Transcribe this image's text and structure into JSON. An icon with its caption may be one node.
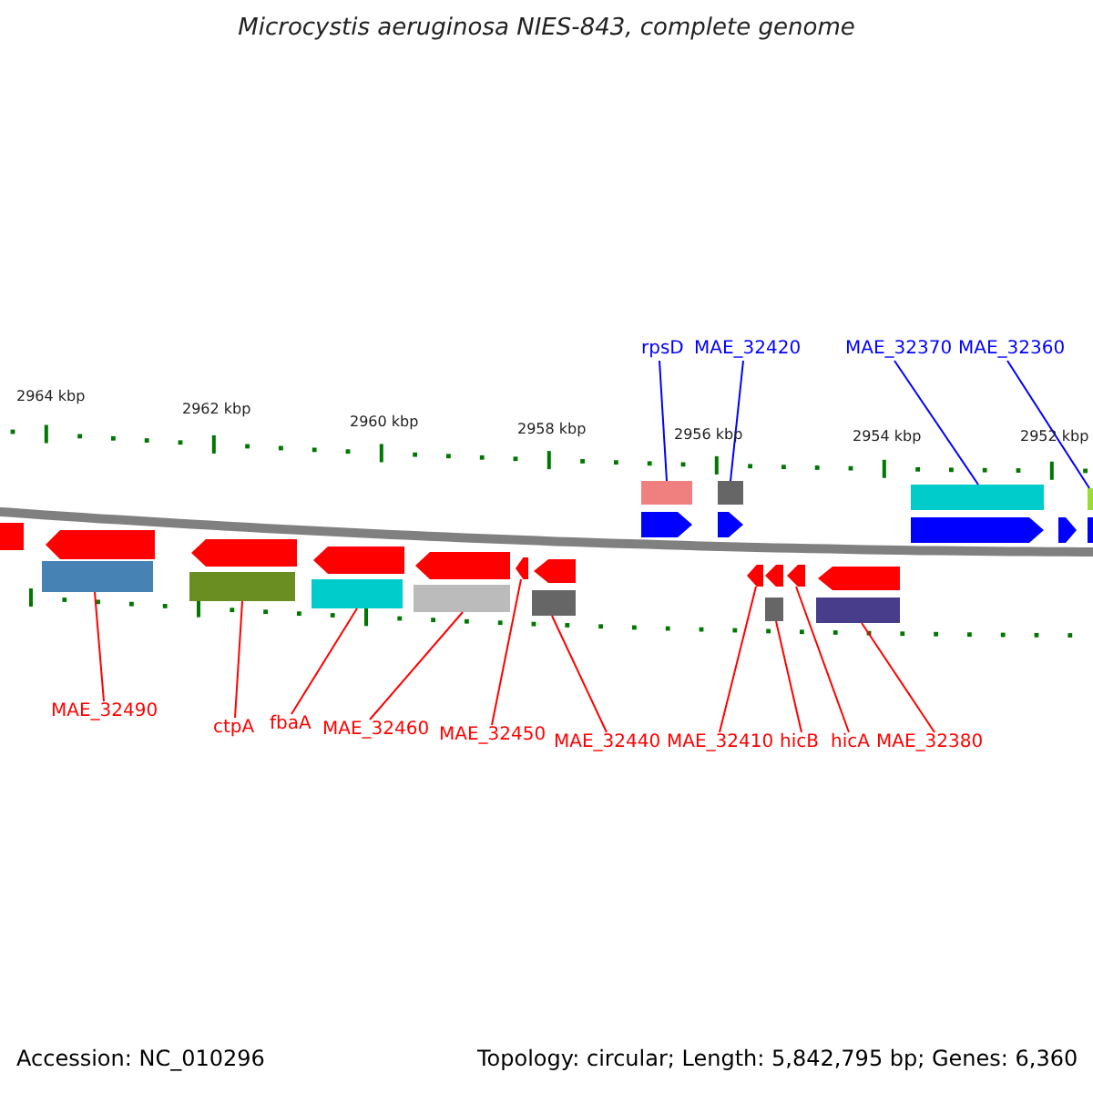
{
  "diagram": {
    "title": "Microcystis aeruginosa NIES-843, complete genome",
    "nodes": [
      {
        "text": [
          "rpsD"
        ]
      },
      {
        "text": [],
        "shape": "box"
      },
      {
        "text": [
          "MAE_32420"
        ]
      },
      {
        "text": [],
        "shape": "box"
      },
      {
        "text": [
          "MAE_32370"
        ]
      },
      {
        "text": [],
        "shape": "box"
      },
      {
        "text": [
          "MAE_32360"
        ]
      },
      {
        "text": [],
        "shape": "box"
      },
      {
        "text": [
          "MAE_32490"
        ]
      },
      {
        "text": [],
        "shape": "box"
      },
      {
        "text": [
          "ctpA"
        ]
      },
      {
        "text": [],
        "shape": "box"
      },
      {
        "text": [
          "fbaA"
        ]
      },
      {
        "text": [],
        "shape": "box"
      },
      {
        "text": [
          "MAE_32460"
        ]
      },
      {
        "text": [],
        "shape": "box"
      },
      {
        "text": [
          "MAE_32450"
        ]
      },
      {
        "text": [],
        "shape": "arrow"
      },
      {
        "text": [
          "MAE_32440"
        ]
      },
      {
        "text": [],
        "shape": "box"
      },
      {
        "text": [
          "MAE_32410"
        ]
      },
      {
        "text": [],
        "shape": "arrow"
      },
      {
        "text": [
          "hicB"
        ]
      },
      {
        "text": [],
        "shape": "box"
      },
      {
        "text": [
          "hicA"
        ]
      },
      {
        "text": [],
        "shape": "arrow"
      },
      {
        "text": [
          "MAE_32380"
        ]
      },
      {
        "text": [],
        "shape": "box"
      },
      {
        "text": [],
        "shape": "arrow"
      },
      {
        "text": [],
        "shape": "arrow"
      },
      {
        "text": [],
        "shape": "arrow"
      },
      {
        "text": [],
        "shape": "arrow"
      },
      {
        "text": [],
        "shape": "arrow"
      },
      {
        "text": [],
        "shape": "arrow"
      },
      {
        "text": [],
        "shape": "arrow"
      },
      {
        "text": [],
        "shape": "arrow"
      },
      {
        "text": [],
        "shape": "arrow"
      },
      {
        "text": [],
        "shape": "arrow"
      },
      {
        "text": [],
        "shape": "arrow"
      },
      {
        "text": [],
        "shape": "arrow"
      },
      {
        "text": [],
        "shape": "arrow"
      }
    ],
    "edges": [
      {
        "from": 0,
        "to": 1,
        "arrow": "none",
        "color": "#0000ff"
      },
      {
        "from": 2,
        "to": 3,
        "arrow": "none",
        "color": "#0000ff"
      },
      {
        "from": 4,
        "to": 5,
        "arrow": "none",
        "color": "#0000ff"
      },
      {
        "from": 6,
        "to": 7,
        "arrow": "none",
        "color": "#0000ff"
      },
      {
        "from": 8,
        "to": 9,
        "arrow": "none"
      },
      {
        "from": 10,
        "to": 11,
        "arrow": "none"
      },
      {
        "from": 12,
        "to": 13,
        "arrow": "none"
      },
      {
        "from": 14,
        "to": 15,
        "arrow": "none"
      },
      {
        "from": 16,
        "to": 17,
        "arrow": "none"
      },
      {
        "from": 18,
        "to": 19,
        "arrow": "none"
      },
      {
        "from": 20,
        "to": 21,
        "arrow": "none"
      },
      {
        "from": 22,
        "to": 23,
        "arrow": "none"
      },
      {
        "from": 24,
        "to": 25,
        "arrow": "none"
      },
      {
        "from": 26,
        "to": 27,
        "arrow": "none"
      }
    ],
    "labels": [
      "2964 kbp",
      "2962 kbp",
      "2960 kbp",
      "2958 kbp",
      "2956 kbp",
      "2954 kbp",
      "2952 kbp",
      "Accession: NC_010296",
      "Topology: circular; Length: 5,842,795 bp; Genes: 6,360"
    ]
  }
}
